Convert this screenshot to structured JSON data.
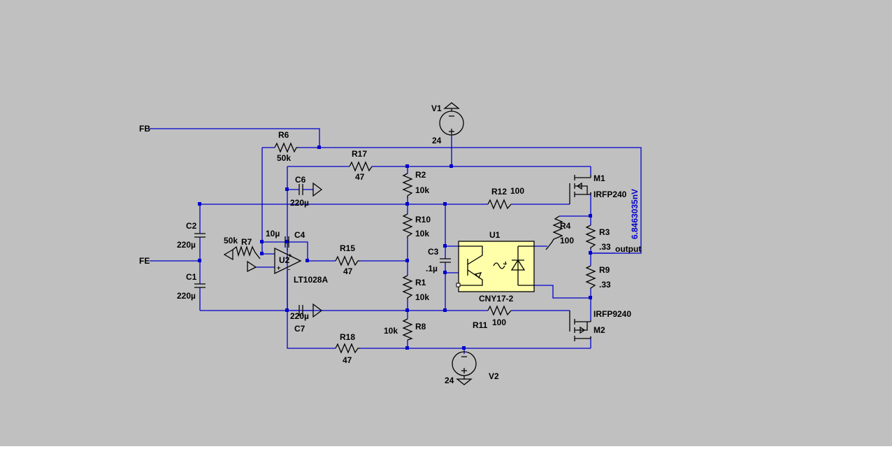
{
  "schematic": {
    "nets": {
      "fb": "FB",
      "fe": "FE",
      "output": "output"
    },
    "voltage_readout": "6.8463035nV",
    "components": {
      "V1": {
        "name": "V1",
        "value": "24"
      },
      "V2": {
        "name": "V2",
        "value": "24"
      },
      "R6": {
        "name": "R6",
        "value": "50k"
      },
      "R17": {
        "name": "R17",
        "value": "47"
      },
      "R2": {
        "name": "R2",
        "value": "10k"
      },
      "R10": {
        "name": "R10",
        "value": "10k"
      },
      "R1": {
        "name": "R1",
        "value": "10k"
      },
      "R8": {
        "name": "R8",
        "value": "10k"
      },
      "R12": {
        "name": "R12",
        "value": "100"
      },
      "R11": {
        "name": "R11",
        "value": "100"
      },
      "R4": {
        "name": "R4",
        "value": "100"
      },
      "R3": {
        "name": "R3",
        "value": ".33"
      },
      "R9": {
        "name": "R9",
        "value": ".33"
      },
      "R15": {
        "name": "R15",
        "value": "47"
      },
      "R18": {
        "name": "R18",
        "value": "47"
      },
      "R7": {
        "name": "R7",
        "value": "50k"
      },
      "C6": {
        "name": "C6",
        "value": "220µ"
      },
      "C7": {
        "name": "C7",
        "value": "220µ"
      },
      "C2": {
        "name": "C2",
        "value": "220µ"
      },
      "C1": {
        "name": "C1",
        "value": "220µ"
      },
      "C4": {
        "name": "C4",
        "value": "10µ"
      },
      "C3": {
        "name": "C3",
        "value": ".1µ"
      },
      "U2": {
        "name": "U2",
        "value": "LT1028A"
      },
      "U1": {
        "name": "U1",
        "value": "CNY17-2"
      },
      "M1": {
        "name": "M1",
        "value": "IRFP240"
      },
      "M2": {
        "name": "M2",
        "value": "IRFP9240"
      }
    }
  }
}
